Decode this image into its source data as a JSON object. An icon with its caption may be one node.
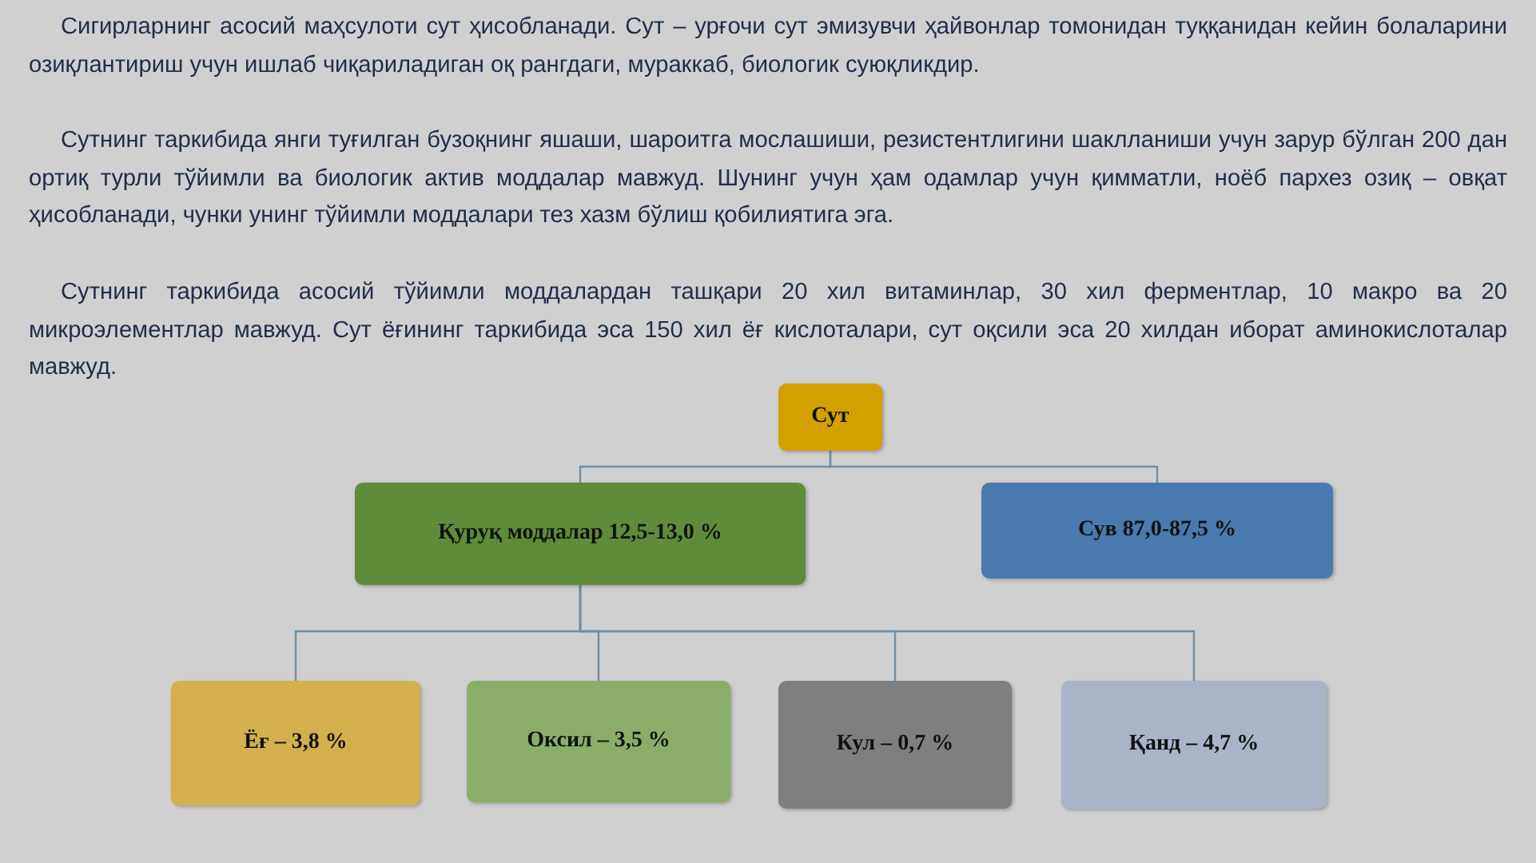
{
  "diagram": {
    "nodes": [
      {
        "text": [
          "Сут"
        ]
      },
      {
        "text": [
          "Қуруқ моддалар 12,5-13,0 %"
        ]
      },
      {
        "text": [
          "Сув 87,0-87,5 %"
        ]
      },
      {
        "text": [
          "Ёғ – 3,8 %"
        ]
      },
      {
        "text": [
          "Оксил – 3,5 %"
        ]
      },
      {
        "text": [
          "Кул – 0,7 %"
        ]
      },
      {
        "text": [
          "Қанд – 4,7 %"
        ]
      }
    ],
    "edges": [
      {
        "from": 0,
        "to": 1,
        "arrow": "none"
      },
      {
        "from": 0,
        "to": 2,
        "arrow": "none"
      },
      {
        "from": 1,
        "to": 3,
        "arrow": "none"
      },
      {
        "from": 1,
        "to": 4,
        "arrow": "none"
      },
      {
        "from": 1,
        "to": 5,
        "arrow": "none"
      },
      {
        "from": 1,
        "to": 6,
        "arrow": "none"
      }
    ],
    "labels": [
      "Сигирларнинг асосий маҳсулоти сут ҳисобланади. Сут – урғочи сут эмизувчи ҳайвонлар томонидан туққанидан кейин болаларини озиқлантириш учун ишлаб чиқариладиган оқ рангдаги, мураккаб, биологик суюқликдир.",
      "Сутнинг таркибида янги туғилган бузоқнинг яшаши, шароитга мослашиши, резистентлигини шаклланиши учун зарур бўлган 200 дан ортиқ турли тўйимли ва биологик актив моддалар мавжуд. Шунинг учун ҳам одамлар учун қимматли, ноёб пархез озиқ – овқат ҳисобланади, чунки унинг тўйимли моддалари тез хазм бўлиш қобилиятига эга.",
      "Сутнинг таркибида асосий тўйимли моддалардан ташқари 20 хил витаминлар, 30 хил ферментлар, 10 макро ва 20 микроэлементлар мавжуд. Сут ёғининг таркибида эса 150 хил ёғ кислоталари, сут оқсили эса 20 хилдан иборат аминокислоталар мавжуд."
    ]
  }
}
